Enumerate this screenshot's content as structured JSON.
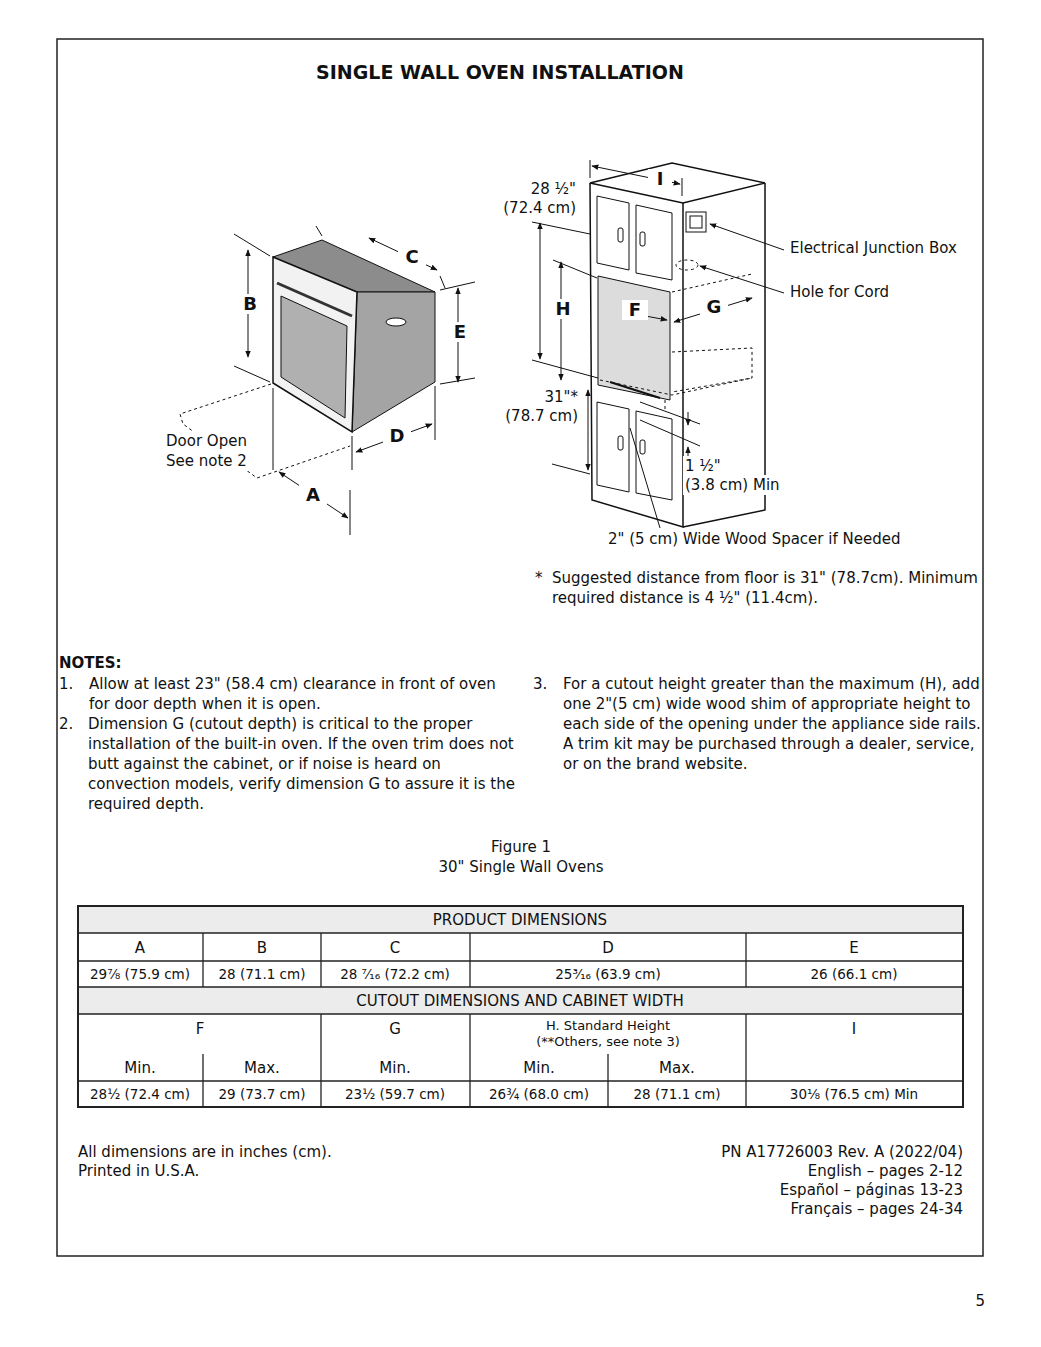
{
  "diagram": {
    "title": "SINGLE WALL OVEN INSTALLATION",
    "labels": [
      "B",
      "C",
      "E",
      "D",
      "A",
      "Door Open",
      "See note 2",
      "I",
      "28 ½\"",
      "(72.4 cm)",
      "H",
      "F",
      "G",
      "Electrical Junction Box",
      "Hole for Cord",
      "31\"*",
      "(78.7 cm)",
      "1 ½\"",
      "(3.8 cm) Min",
      "2\" (5 cm) Wide Wood Spacer if Needed",
      "*",
      "Suggested distance from floor is 31\" (78.7cm). Minimum required distance is 4 ½\" (11.4cm).",
      "NOTES:",
      "1.",
      "Allow at least 23\" (58.4 cm) clearance in front of oven for door depth when it is open.",
      "2.",
      "Dimension G (cutout depth) is critical to the proper installation of the built-in oven. If the oven trim does not butt against the cabinet, or if noise is heard on convection models, verify dimension G to assure it is the required depth.",
      "3.",
      "For a cutout height greater than the maximum (H), add one 2\"(5 cm) wide wood shim of appropriate height to each side of the opening under the appliance side rails. A trim kit may be purchased through a dealer, service, or on the brand website.",
      "Figure 1",
      "30\" Single Wall Ovens",
      "PRODUCT DIMENSIONS",
      "A",
      "B",
      "C",
      "D",
      "E",
      "29⅞ (75.9 cm)",
      "28 (71.1 cm)",
      "28 ⁷⁄₁₆ (72.2 cm)",
      "25³⁄₁₆ (63.9 cm)",
      "26 (66.1 cm)",
      "CUTOUT DIMENSIONS AND CABINET WIDTH",
      "F",
      "G",
      "H. Standard Height",
      "(**Others, see note 3)",
      "I",
      "Min.",
      "Max.",
      "Min.",
      "Min.",
      "Max.",
      "28½ (72.4 cm)",
      "29 (73.7 cm)",
      "23½ (59.7 cm)",
      "26¾ (68.0 cm)",
      "28 (71.1 cm)",
      "30⅛ (76.5 cm) Min",
      "All dimensions are in inches (cm).",
      "Printed in U.S.A.",
      "PN A17726003 Rev. A (2022/04)",
      "English – pages 2-12",
      "Español – páginas 13-23",
      "Français – pages 24-34",
      "5"
    ]
  }
}
